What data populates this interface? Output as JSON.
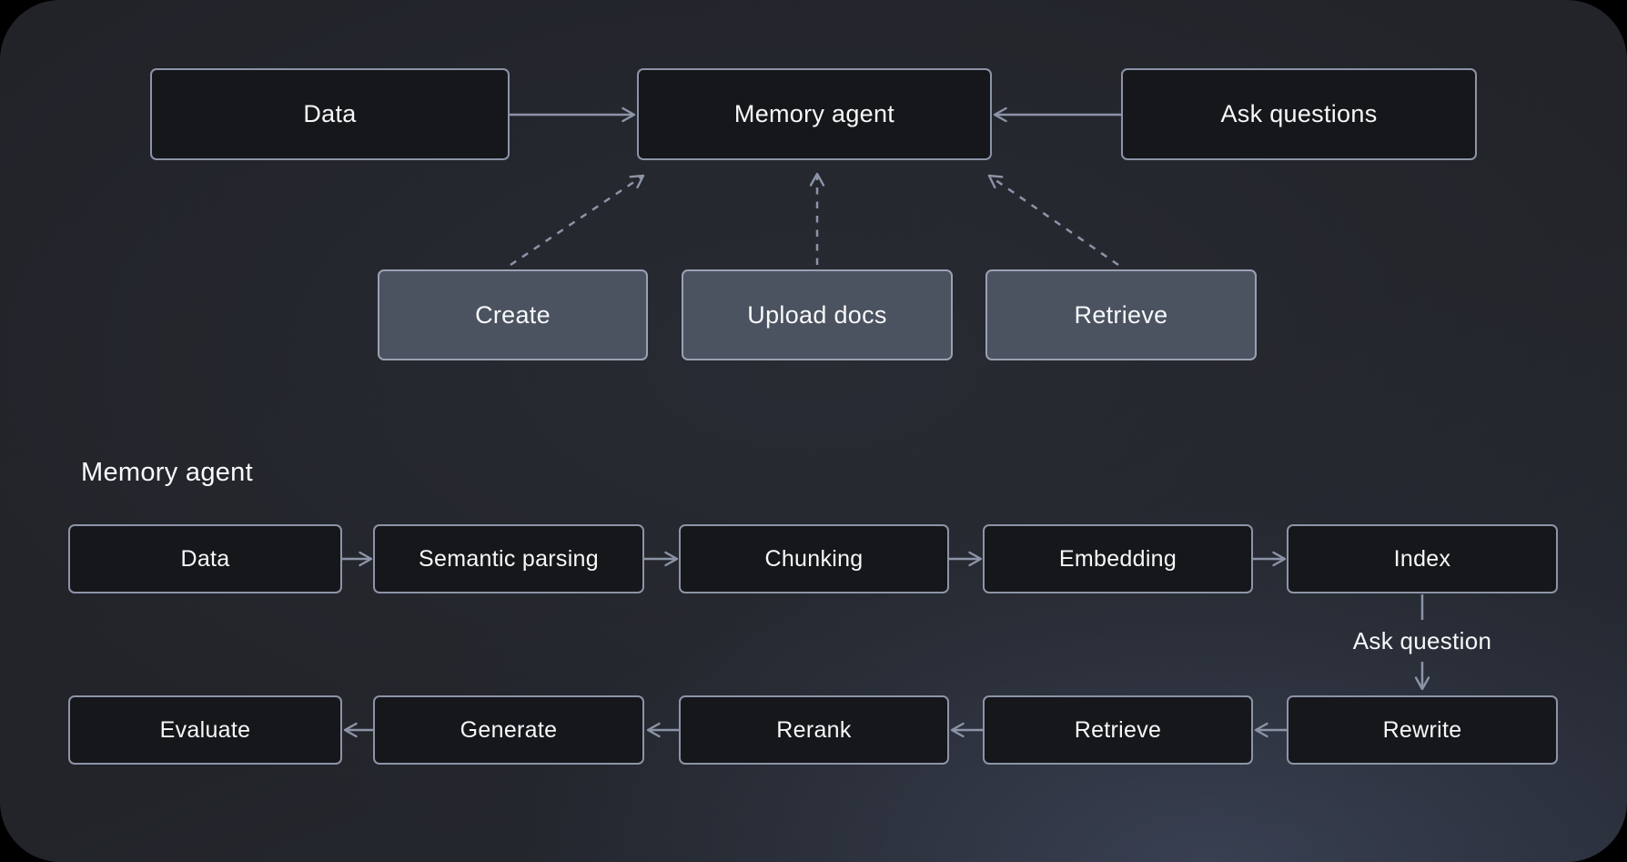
{
  "overview": {
    "nodes": {
      "data": "Data",
      "memory_agent": "Memory agent",
      "ask_questions": "Ask questions",
      "create": "Create",
      "upload_docs": "Upload docs",
      "retrieve": "Retrieve"
    }
  },
  "detail": {
    "section_title": "Memory agent",
    "ingest_row": [
      "Data",
      "Semantic parsing",
      "Chunking",
      "Embedding",
      "Index"
    ],
    "ask_question_label": "Ask question",
    "answer_row": [
      "Evaluate",
      "Generate",
      "Rerank",
      "Retrieve",
      "Rewrite"
    ]
  },
  "colors": {
    "outer_background": "#000000",
    "panel_background": "#222429",
    "panel_glow": "#2e3443",
    "node_dark_fill": "#16171b",
    "node_dark_border": "#8c94a7",
    "node_light_fill": "#4b5260",
    "node_light_border": "#9aa1b2",
    "connector": "#8c94a7",
    "text": "#f7f8fa"
  }
}
